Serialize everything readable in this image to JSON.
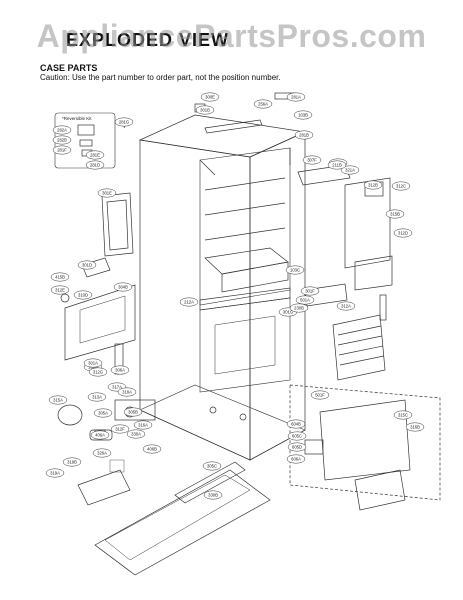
{
  "watermark": "AppliancePartsPros.com",
  "title": "EXPLODED VIEW",
  "section_heading": "CASE PARTS",
  "caution": "Caution: Use the part number to order part, not the position number.",
  "reversible_kit_label": "*Reversible Kit",
  "callouts": [
    "300E",
    "281A",
    "301B",
    "281B",
    "256A",
    "103B",
    "282A",
    "282B",
    "281D",
    "281E",
    "281F",
    "281G",
    "307F",
    "310G",
    "312B",
    "312C",
    "312D",
    "315B",
    "301E",
    "415B",
    "312E",
    "310D",
    "301D",
    "304B",
    "306A",
    "103A",
    "301A",
    "305A",
    "305B",
    "312F",
    "312G",
    "313A",
    "317A",
    "315A",
    "316A",
    "318A",
    "319A",
    "319B",
    "326A",
    "406A",
    "406B",
    "330A",
    "330B",
    "305C",
    "315C",
    "316B",
    "501F",
    "604B",
    "605C",
    "605D",
    "606A",
    "501A",
    "103C",
    "301G",
    "321A",
    "211B",
    "212A",
    "230B",
    "301F",
    "312A"
  ]
}
